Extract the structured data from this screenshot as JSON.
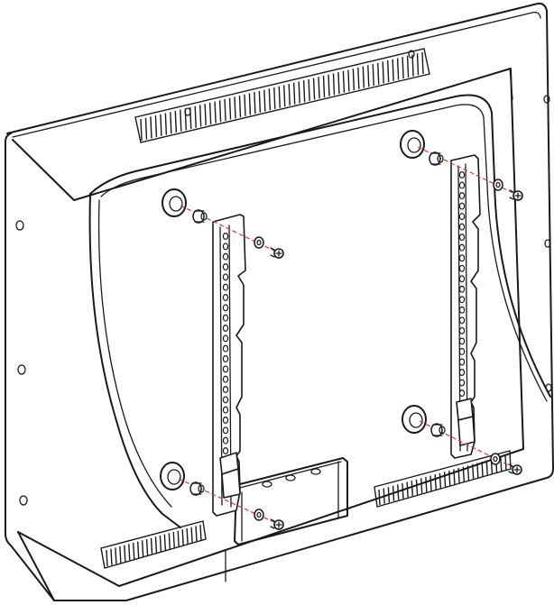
{
  "diagram": {
    "subject": "tv-rear-panel-with-vertical-mounting-brackets",
    "colors": {
      "line": "#1a1a1a",
      "background": "#ffffff",
      "guide": "#d23a3a"
    },
    "parts": {
      "mounting_holes": 4,
      "spacers": 4,
      "washers": 4,
      "screws": 4,
      "brackets": 2
    }
  }
}
